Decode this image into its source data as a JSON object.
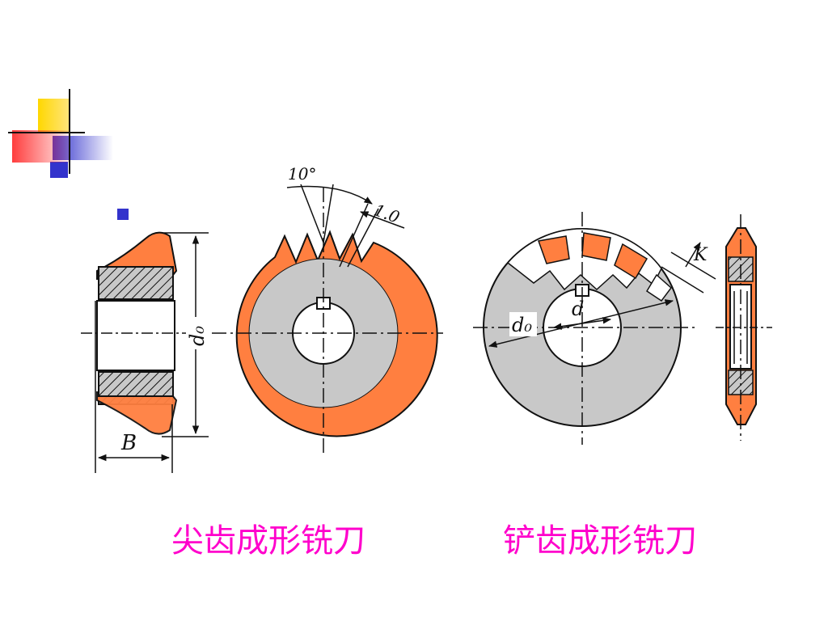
{
  "captions": {
    "left": "尖齿成形铣刀",
    "right": "铲齿成形铣刀"
  },
  "labels": {
    "angle": "10°",
    "land": "1.0",
    "width": "B",
    "outer_dia_left": "d₀",
    "outer_dia_right": "d₀",
    "inner_dia": "d",
    "relief": "K"
  },
  "colors": {
    "orange": "#ff7f40",
    "gray": "#c8c8c8",
    "caption": "#ff00cc",
    "bullet": "#3333cc",
    "deco_yellow": "#ffd700",
    "deco_blue": "#3333cc",
    "deco_red": "#ff3333"
  }
}
